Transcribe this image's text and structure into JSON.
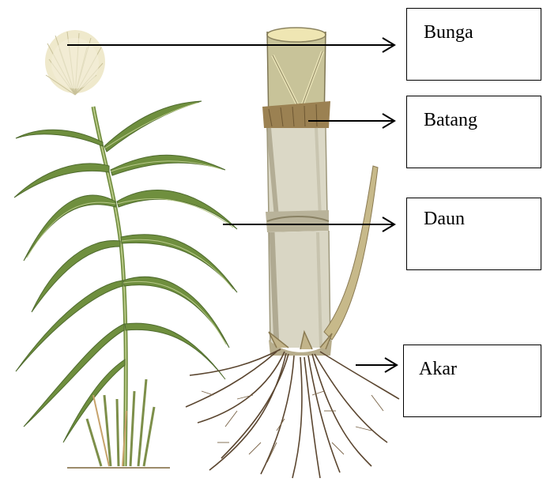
{
  "labels": {
    "flower": "Bunga",
    "stem": "Batang",
    "leaf": "Daun",
    "root": "Akar"
  },
  "colors": {
    "leaf_dark": "#4f6b2e",
    "leaf_light": "#a8b96a",
    "stem_pale": "#dcd8c6",
    "stem_shadow": "#a9a38a",
    "node_brown": "#8a7348",
    "root_brown": "#5b4630",
    "tassel": "#e9e4c4"
  }
}
